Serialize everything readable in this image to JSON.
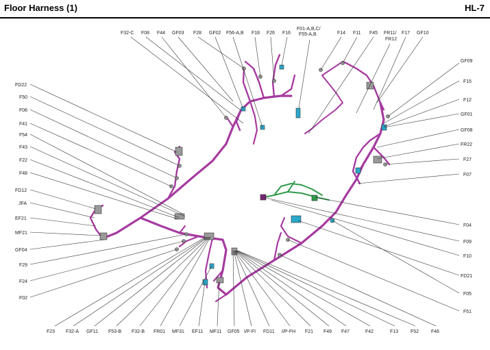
{
  "header": {
    "title": "Floor Harness (1)",
    "code": "HL-7"
  },
  "labels": {
    "F32C": "F32-C",
    "F08": "F08",
    "F44": "F44",
    "GF03": "GF03",
    "F28": "F28",
    "GF02": "GF02",
    "F56AB": "F56-A,B",
    "F18": "F18",
    "F26": "F26",
    "F16": "F16",
    "F01a": "F01-A,B,C/",
    "F01b": "F55-A,B",
    "F14": "F14",
    "F11": "F11",
    "F45": "F45",
    "FR11a": "FR11/",
    "FR11b": "FR12",
    "F17": "F17",
    "GF10": "GF10",
    "FD22": "FD22",
    "F50": "F50",
    "F06": "F06",
    "F41": "F41",
    "F54": "F54",
    "F43": "F43",
    "F22": "F22",
    "F48": "F48",
    "FD12": "FD12",
    "JFA": "JFA",
    "EF21": "EF21",
    "MF21": "MF21",
    "GF04": "GF04",
    "F29": "F29",
    "F24": "F24",
    "F02": "F02",
    "GF09": "GF09",
    "F15": "F15",
    "F12": "F12",
    "GF01": "GF01",
    "GF08": "GF08",
    "FR22": "FR22",
    "F27": "F27",
    "F07": "F07",
    "F04": "F04",
    "F09": "F09",
    "F10": "F10",
    "FD21": "FD21",
    "F05": "F05",
    "F51": "F51",
    "F23": "F23",
    "F32A": "F32-A",
    "GF11": "GF11",
    "F53B": "F53-B",
    "F32B": "F32-B",
    "FR01": "FR01",
    "MF31": "MF31",
    "EF11": "EF11",
    "MF11": "MF11",
    "GF05": "GF05",
    "IPFI": "I/P-FI",
    "FD11": "FD11",
    "IPFH": "I/P-FH",
    "F21": "F21",
    "F49": "F49",
    "F47": "F47",
    "F42": "F42",
    "F13": "F13",
    "F52": "F52",
    "F46": "F46"
  },
  "colors": {
    "harness": "#a63aa0",
    "harness_dark": "#7a2477",
    "sub_harness": "#2e9a4a",
    "connector_cyan": "#2aa7c9",
    "connector_gray": "#9a9a9a",
    "leader": "#333333"
  }
}
